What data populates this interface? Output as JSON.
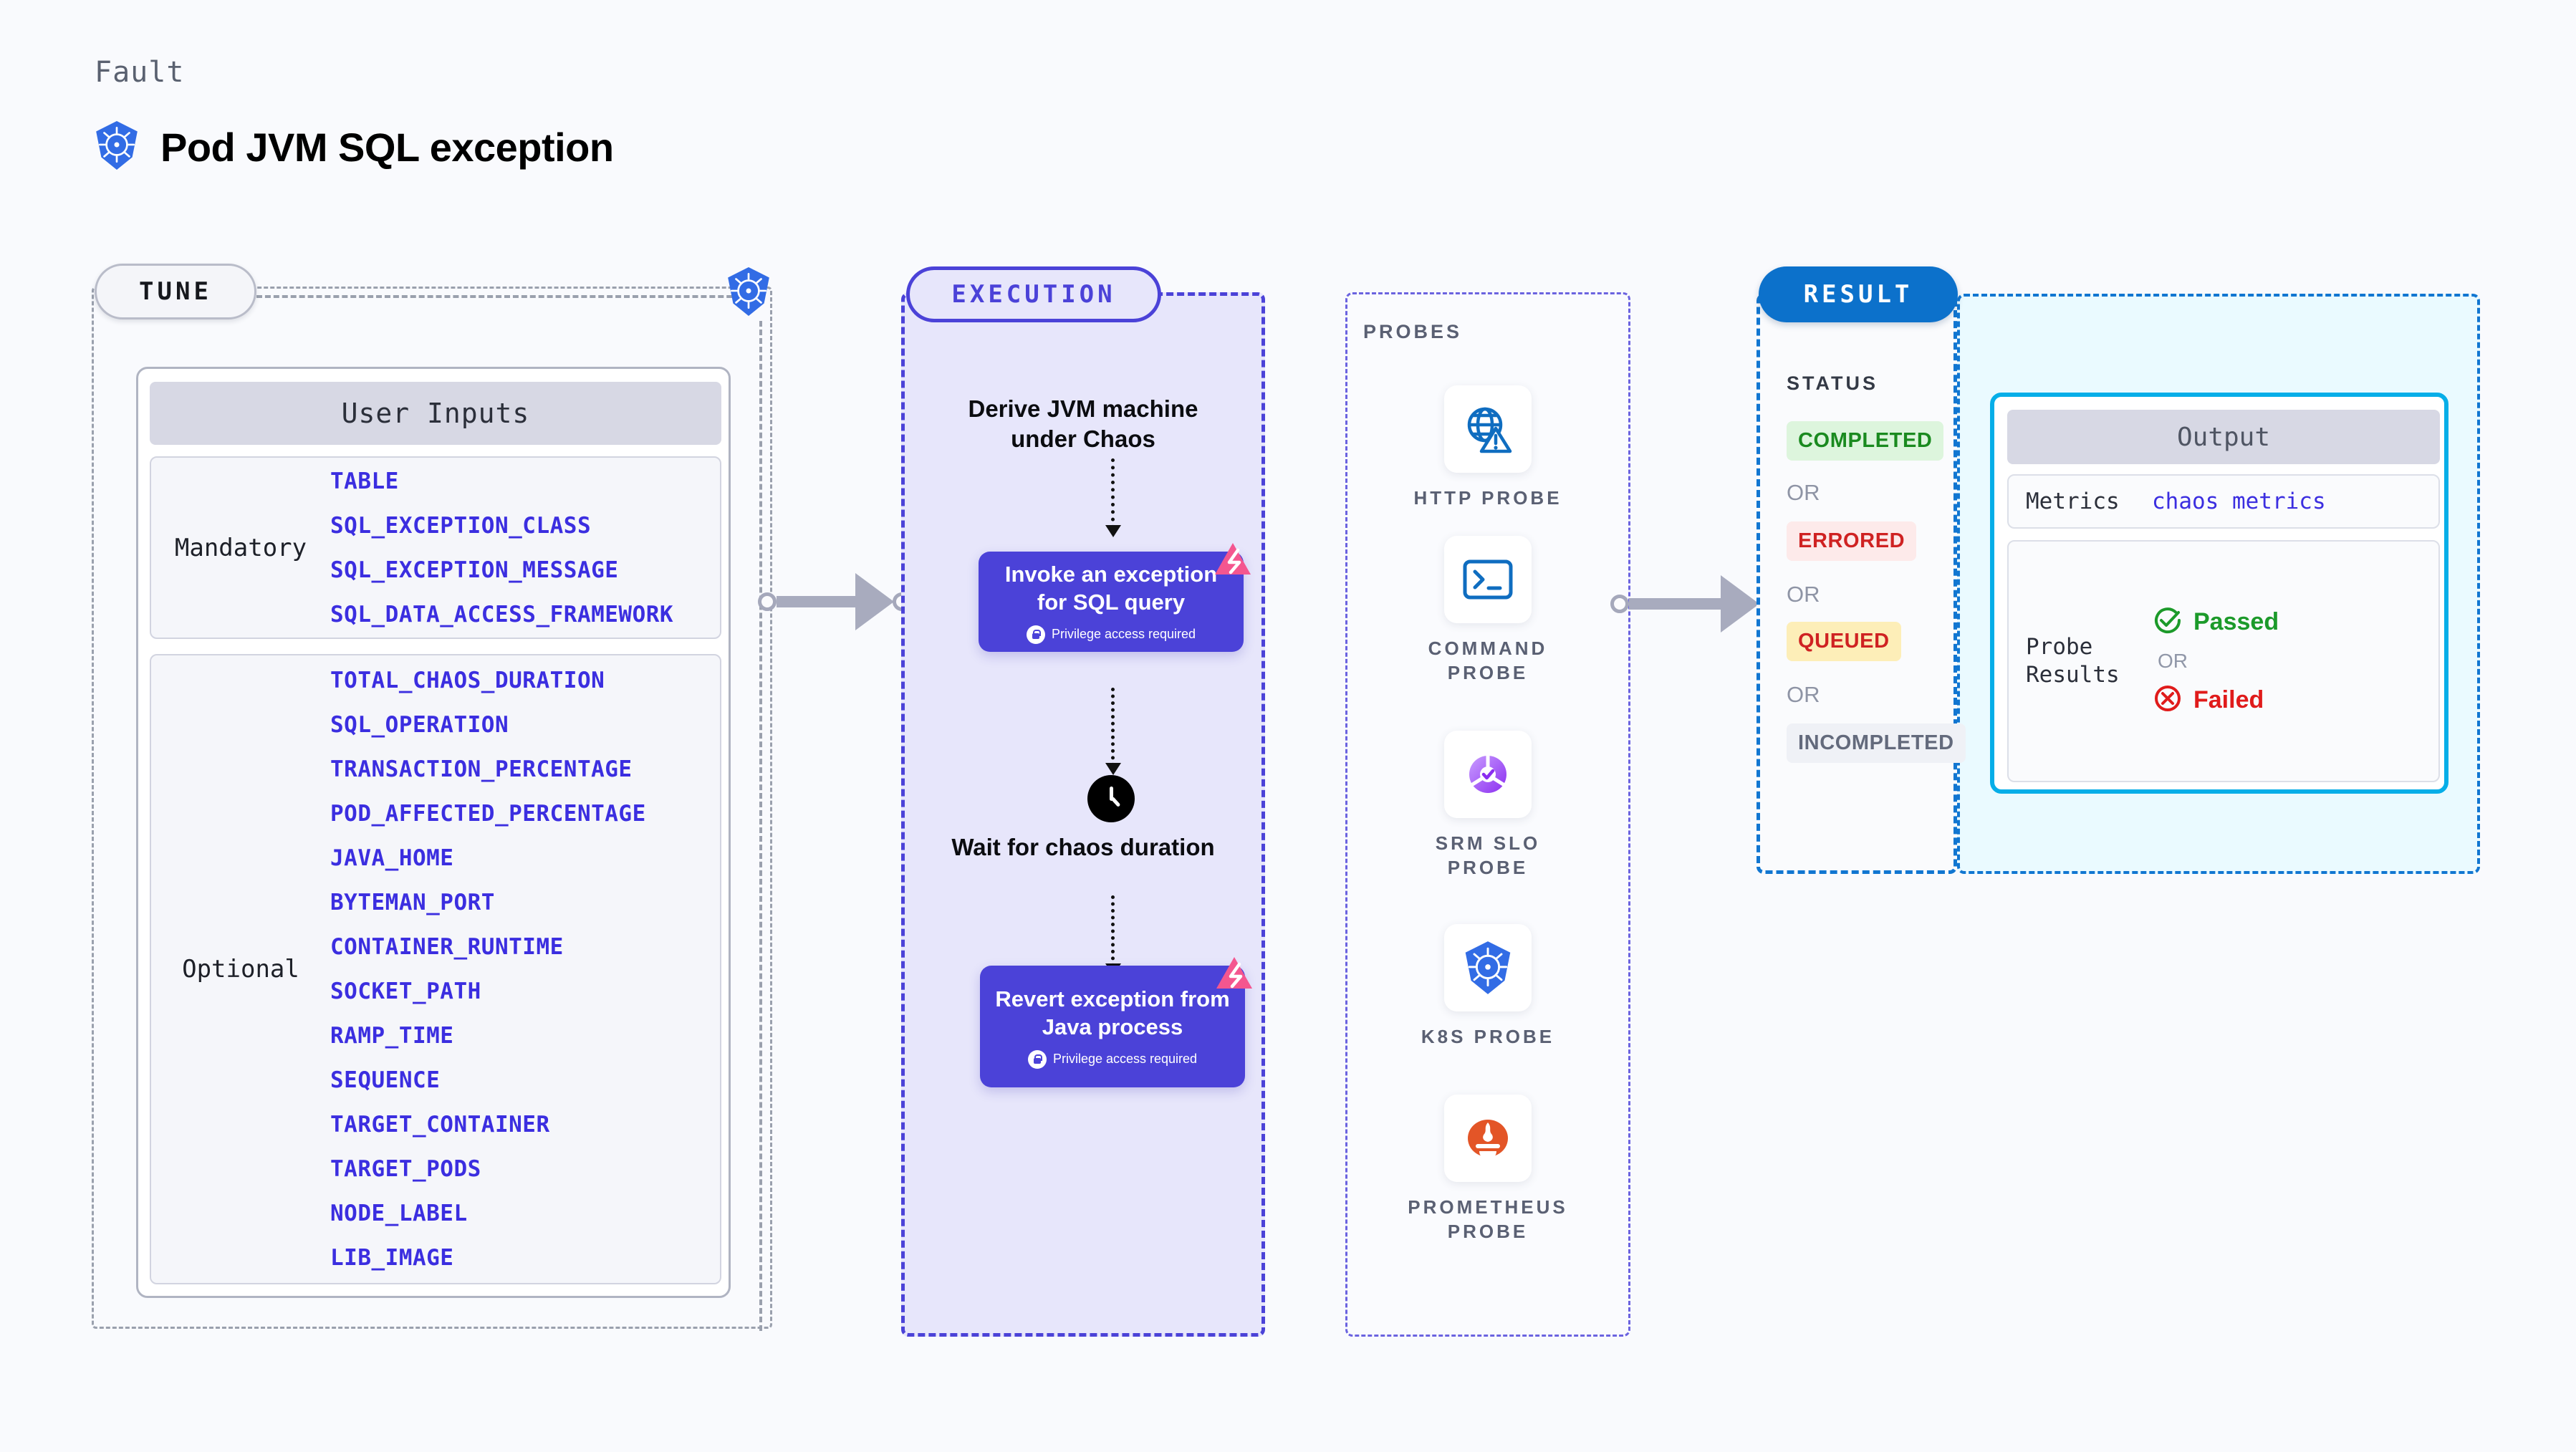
{
  "header": {
    "eyebrow": "Fault",
    "title": "Pod JVM SQL exception",
    "icon": "kubernetes-icon"
  },
  "colors": {
    "accent_purple": "#4b42d8",
    "accent_blue": "#1176d1",
    "param_blue": "#3b2ee0",
    "pass_green": "#1c9a2a",
    "fail_red": "#e01b1b",
    "litmus_pink": "#f4568f",
    "k8s_blue": "#326ce5",
    "page_bg": "#f9fafd"
  },
  "tune": {
    "pill_label": "TUNE",
    "card_title": "User Inputs",
    "groups": [
      {
        "label": "Mandatory",
        "items": [
          "TABLE",
          "SQL_EXCEPTION_CLASS",
          "SQL_EXCEPTION_MESSAGE",
          "SQL_DATA_ACCESS_FRAMEWORK"
        ]
      },
      {
        "label": "Optional",
        "items": [
          "TOTAL_CHAOS_DURATION",
          "SQL_OPERATION",
          "TRANSACTION_PERCENTAGE",
          "POD_AFFECTED_PERCENTAGE",
          "JAVA_HOME",
          "BYTEMAN_PORT",
          "CONTAINER_RUNTIME",
          "SOCKET_PATH",
          "RAMP_TIME",
          "SEQUENCE",
          "TARGET_CONTAINER",
          "TARGET_PODS",
          "NODE_LABEL",
          "LIB_IMAGE"
        ]
      }
    ]
  },
  "execution": {
    "pill_label": "EXECUTION",
    "step_texts": [
      "Derive JVM machine under Chaos",
      "Wait for chaos duration"
    ],
    "actions": [
      {
        "title": "Invoke an exception for SQL query",
        "subtitle": "Privilege access required",
        "badge": "litmus-logo-icon",
        "lock": "lock-icon"
      },
      {
        "title": "Revert exception from Java process",
        "subtitle": "Privilege access required",
        "badge": "litmus-logo-icon",
        "lock": "lock-icon"
      }
    ],
    "wait_icon": "clock-icon"
  },
  "probes": {
    "heading": "PROBES",
    "items": [
      {
        "name": "HTTP PROBE",
        "icon": "globe-warning-icon"
      },
      {
        "name": "COMMAND PROBE",
        "icon": "terminal-icon"
      },
      {
        "name": "SRM SLO PROBE",
        "icon": "srm-slo-icon"
      },
      {
        "name": "K8S PROBE",
        "icon": "kubernetes-icon"
      },
      {
        "name": "PROMETHEUS PROBE",
        "icon": "prometheus-icon"
      }
    ]
  },
  "result": {
    "pill_label": "RESULT",
    "status_heading": "STATUS",
    "or_label": "OR",
    "statuses": [
      {
        "label": "COMPLETED"
      },
      {
        "label": "ERRORED"
      },
      {
        "label": "QUEUED"
      },
      {
        "label": "INCOMPLETED"
      }
    ],
    "output": {
      "title": "Output",
      "metrics_key": "Metrics",
      "metrics_value": "chaos metrics",
      "probe_key": "Probe Results",
      "probe_pass": "Passed",
      "probe_or": "OR",
      "probe_fail": "Failed",
      "pass_icon": "check-circle-icon",
      "fail_icon": "x-circle-icon"
    }
  }
}
